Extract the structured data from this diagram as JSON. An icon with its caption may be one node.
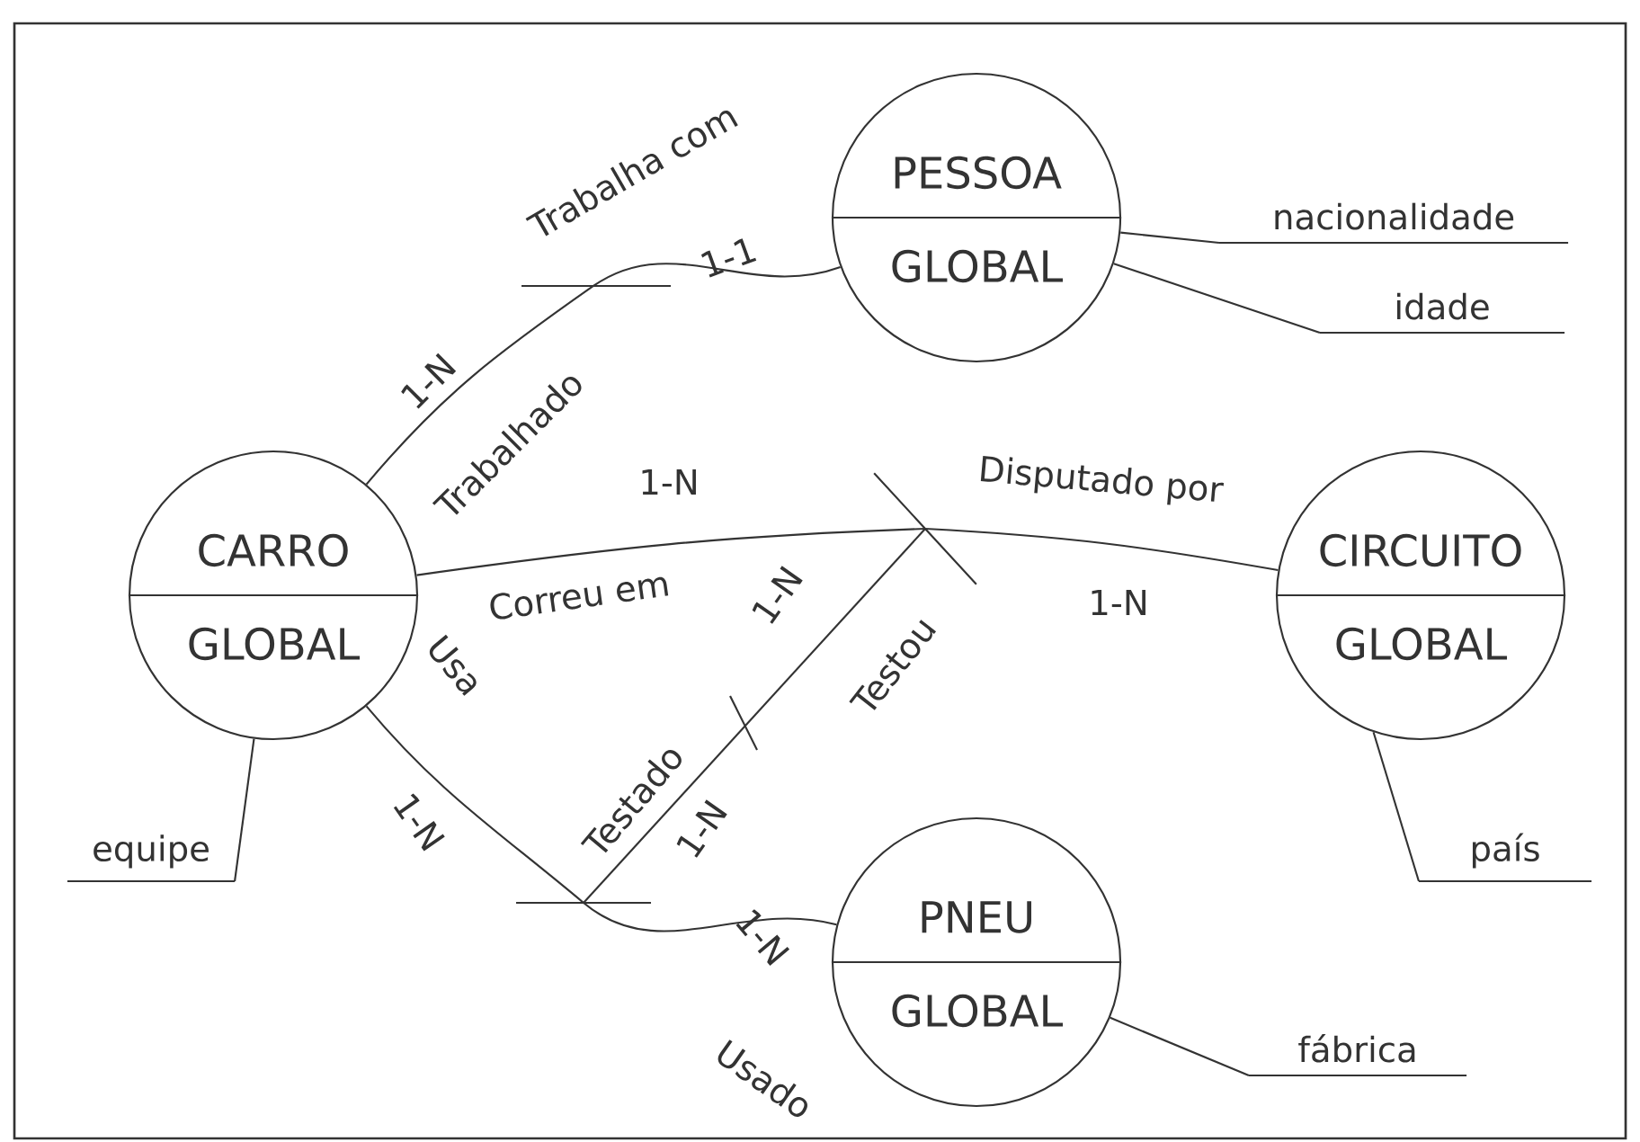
{
  "diagram": {
    "nodes": [
      {
        "text": [
          "PESSOA",
          "GLOBAL"
        ]
      },
      {
        "text": [
          "nacionalidade"
        ]
      },
      {
        "text": [
          "idade"
        ]
      },
      {
        "text": [
          "CARRO",
          "GLOBAL"
        ]
      },
      {
        "text": [],
        "shape": "bar"
      },
      {
        "text": [
          "CIRCUITO",
          "GLOBAL"
        ]
      },
      {
        "text": [
          "equipe"
        ]
      },
      {
        "text": [
          "país"
        ]
      },
      {
        "text": [],
        "shape": "bar"
      },
      {
        "text": [
          "PNEU",
          "GLOBAL"
        ]
      },
      {
        "text": [
          "fábrica"
        ]
      }
    ],
    "edges": [
      {
        "from": 3,
        "to": 0,
        "arrow": "none",
        "label": "Trabalha com"
      },
      {
        "from": 3,
        "to": 4,
        "arrow": "none",
        "label": "Correu em"
      },
      {
        "from": 4,
        "to": 5,
        "arrow": "none",
        "label": "Disputado por"
      },
      {
        "from": 3,
        "to": 8,
        "arrow": "none",
        "label": "Usa"
      },
      {
        "from": 8,
        "to": 9,
        "arrow": "none",
        "label": "Usado"
      },
      {
        "from": 8,
        "to": 4,
        "arrow": "none",
        "label": "Testado"
      },
      {
        "from": 0,
        "to": 1,
        "arrow": "none"
      },
      {
        "from": 0,
        "to": 2,
        "arrow": "none"
      },
      {
        "from": 3,
        "to": 6,
        "arrow": "none"
      },
      {
        "from": 5,
        "to": 7,
        "arrow": "none"
      },
      {
        "from": 9,
        "to": 10,
        "arrow": "none"
      }
    ],
    "labels": [
      "1-1",
      "1-N",
      "Trabalhado",
      "1-N",
      "1-N",
      "1-N",
      "Testou",
      "1-N",
      "1-N",
      "1-N"
    ]
  }
}
